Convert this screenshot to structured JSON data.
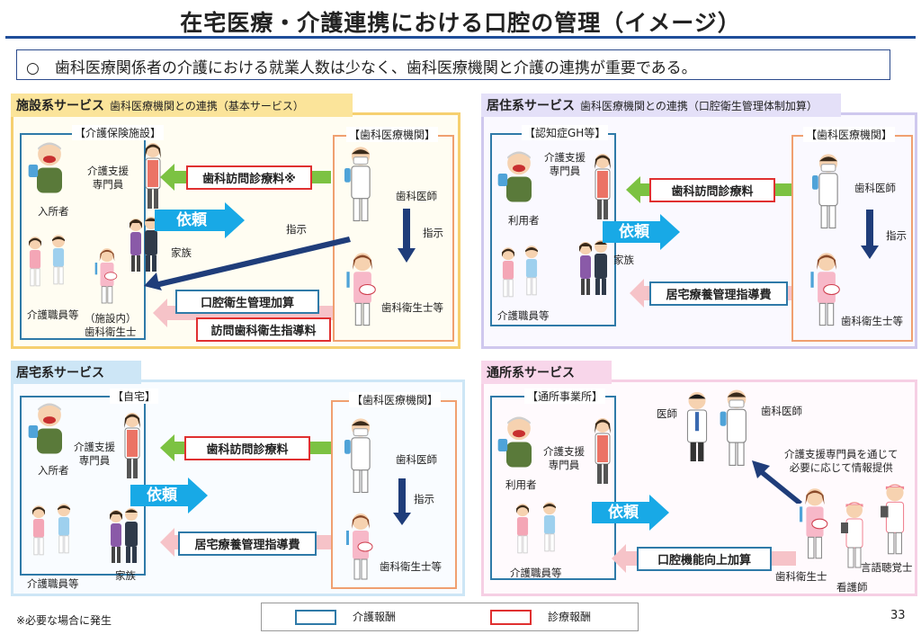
{
  "title": "在宅医療・介護連携における口腔の管理（イメージ）",
  "summary": "○　歯科医療関係者の介護における就業人数は少なく、歯科医療機関と介護の連携が重要である。",
  "colors": {
    "care_fee": "#2f7aa8",
    "medical_fee": "#e03030",
    "request_arrow": "#18a9e6",
    "fee_arrow_green": "#7cc242",
    "fee_arrow_pink": "#f6c3c8",
    "instruction_arrow": "#1f3d7a"
  },
  "panels": {
    "facility": {
      "title": "施設系サービス",
      "subtitle": "歯科医療機関との連携（基本サービス）",
      "care_label": "【介護保険施設】",
      "dental_label": "【歯科医療機関】",
      "resident": "入所者",
      "care_manager": "介護支援\n専門員",
      "family": "家族",
      "care_staff": "介護職員等",
      "inhouse_hygienist": "（施設内）\n歯科衛生士",
      "dentist": "歯科医師",
      "hygienist": "歯科衛生士等",
      "instruction": "指示",
      "instruction2": "指示",
      "request": "依頼",
      "fee_visit": "歯科訪問診療料※",
      "fee_oral": "口腔衛生管理加算",
      "fee_guidance": "訪問歯科衛生指導料"
    },
    "residential": {
      "title": "居住系サービス",
      "subtitle": "歯科医療機関との連携（口腔衛生管理体制加算）",
      "care_label": "【認知症GH等】",
      "dental_label": "【歯科医療機関】",
      "resident": "利用者",
      "care_manager": "介護支援\n専門員",
      "family": "家族",
      "care_staff": "介護職員等",
      "dentist": "歯科医師",
      "hygienist": "歯科衛生士等",
      "instruction": "指示",
      "request": "依頼",
      "fee_visit": "歯科訪問診療料",
      "fee_home": "居宅療養管理指導費"
    },
    "home": {
      "title": "居宅系サービス",
      "care_label": "【自宅】",
      "dental_label": "【歯科医療機関】",
      "resident": "入所者",
      "care_manager": "介護支援\n専門員",
      "family": "家族",
      "care_staff": "介護職員等",
      "dentist": "歯科医師",
      "hygienist": "歯科衛生士等",
      "instruction": "指示",
      "request": "依頼",
      "fee_visit": "歯科訪問診療料",
      "fee_home": "居宅療養管理指導費"
    },
    "daycare": {
      "title": "通所系サービス",
      "care_label": "【通所事業所】",
      "resident": "利用者",
      "care_manager": "介護支援\n専門員",
      "care_staff": "介護職員等",
      "doctor": "医師",
      "dentist": "歯科医師",
      "info": "介護支援専門員を通じて\n必要に応じて情報提供",
      "hygienist": "歯科衛生士",
      "nurse": "看護師",
      "st": "言語聴覚士",
      "request": "依頼",
      "fee_oral": "口腔機能向上加算"
    }
  },
  "legend": {
    "care_fee": "介護報酬",
    "medical_fee": "診療報酬"
  },
  "footnote": "※必要な場合に発生",
  "page_number": "33"
}
